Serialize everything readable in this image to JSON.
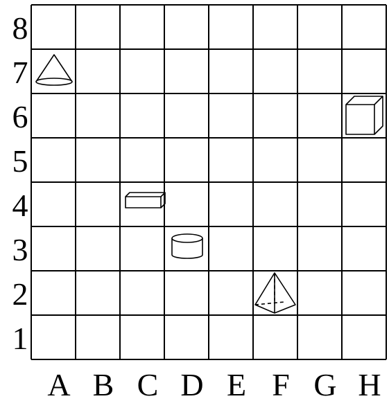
{
  "grid": {
    "columns": [
      "A",
      "B",
      "C",
      "D",
      "E",
      "F",
      "G",
      "H"
    ],
    "rows": [
      "1",
      "2",
      "3",
      "4",
      "5",
      "6",
      "7",
      "8"
    ]
  },
  "objects": [
    {
      "shape": "cone",
      "cell": "A7",
      "icon": "cone-icon"
    },
    {
      "shape": "cube",
      "cell": "H6",
      "icon": "cube-icon"
    },
    {
      "shape": "rectangular-prism",
      "cell": "C4",
      "icon": "rectangular-prism-icon"
    },
    {
      "shape": "cylinder",
      "cell": "D3",
      "icon": "cylinder-icon"
    },
    {
      "shape": "pyramid",
      "cell": "F2",
      "icon": "pyramid-icon"
    }
  ]
}
